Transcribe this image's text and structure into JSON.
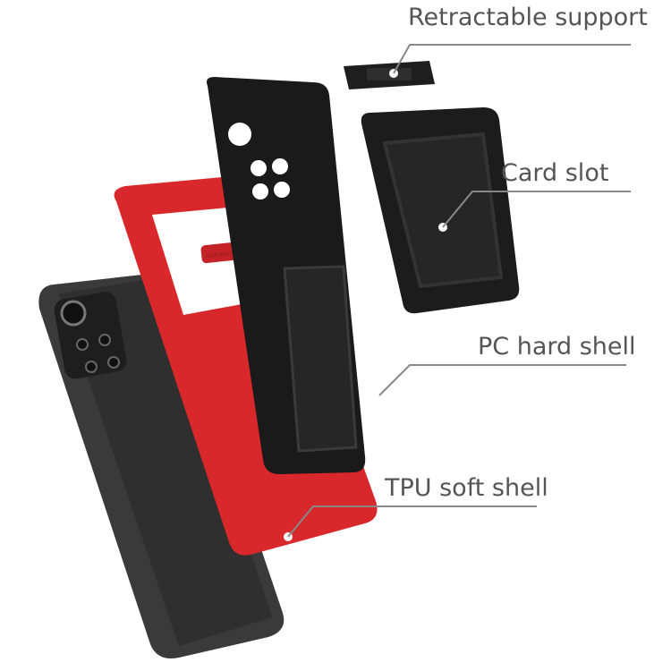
{
  "callouts": [
    {
      "label": "Retractable support"
    },
    {
      "label": "Card slot"
    },
    {
      "label": "PC hard shell"
    },
    {
      "label": "TPU soft shell"
    }
  ],
  "product_text": {
    "camera_emboss": "AUTOFOCUS"
  },
  "colors": {
    "tpu_shell": "#d8282b",
    "pc_shell": "#1a1a1a",
    "phone": "#3a3a3a",
    "label_text": "#555555",
    "leader_line": "#888888"
  }
}
